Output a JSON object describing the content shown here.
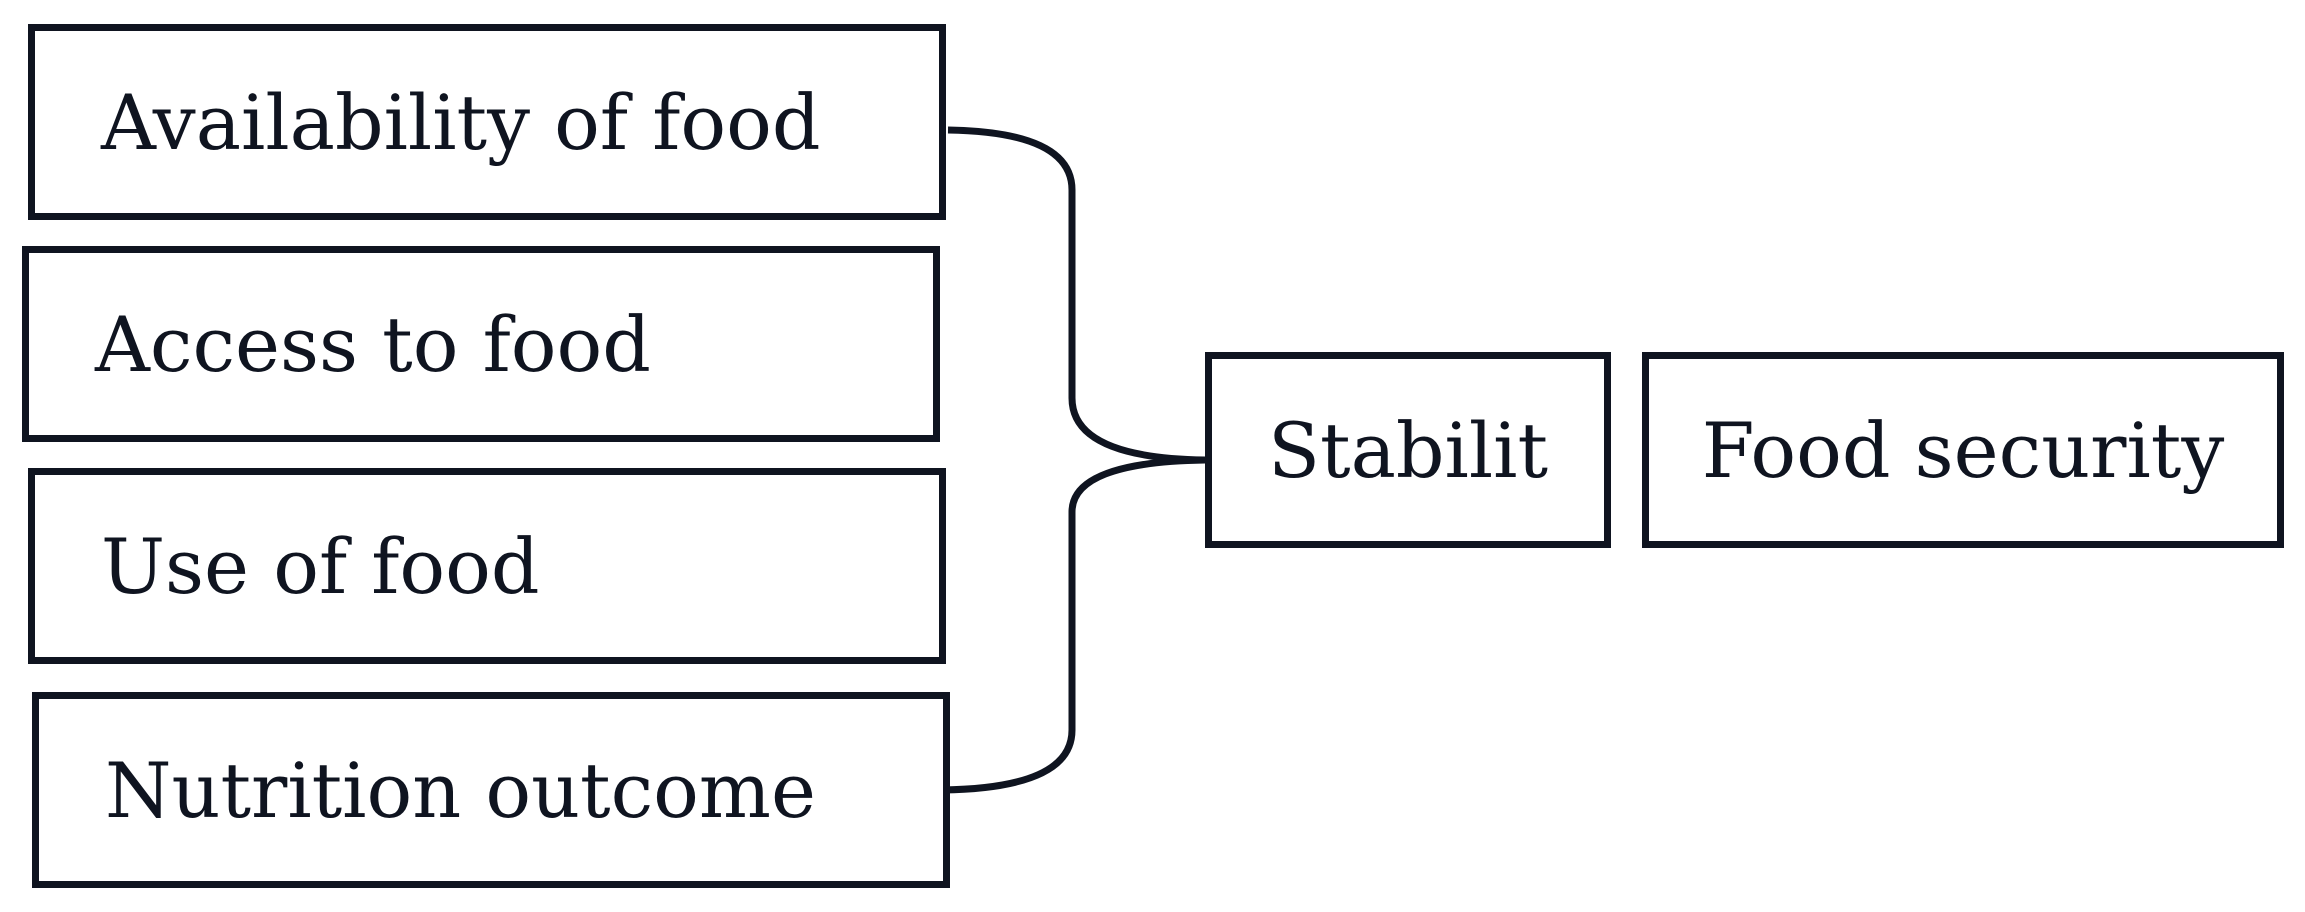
{
  "diagram": {
    "factors": [
      {
        "label": "Availability of food"
      },
      {
        "label": "Access to food"
      },
      {
        "label": "Use of food"
      },
      {
        "label": "Nutrition outcome"
      }
    ],
    "stability": {
      "label": "Stabilit"
    },
    "outcome": {
      "label": "Food security"
    }
  },
  "colors": {
    "stroke": "#0f1420",
    "background": "#ffffff"
  }
}
